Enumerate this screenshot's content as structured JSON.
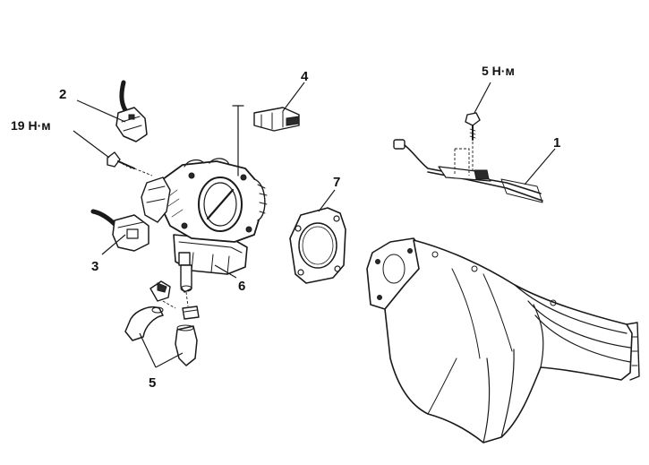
{
  "callouts": {
    "part_1": "1",
    "part_2": "2",
    "part_3": "3",
    "part_4": "4",
    "part_5": "5",
    "part_6": "6",
    "part_7": "7",
    "torque_bolt": "19 Н·м",
    "torque_harness_bolt": "5 Н·м"
  }
}
